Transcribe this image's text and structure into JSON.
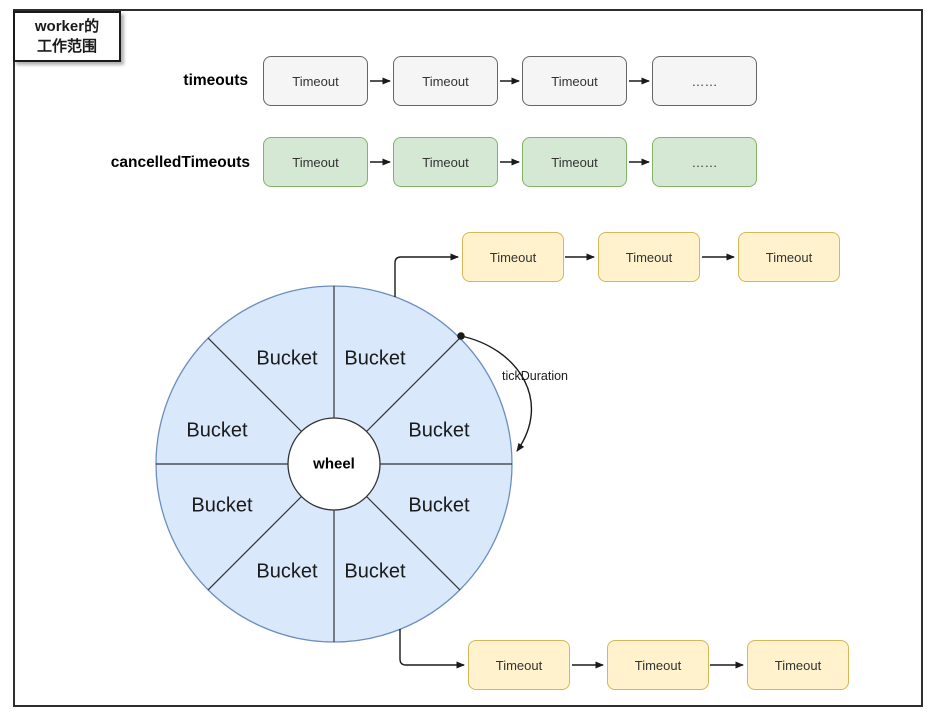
{
  "legend_box": {
    "line1": "worker的",
    "line2": "工作范围"
  },
  "rows": {
    "timeouts": {
      "label": "timeouts",
      "items": [
        "Timeout",
        "Timeout",
        "Timeout",
        "……"
      ]
    },
    "cancelled": {
      "label": "cancelledTimeouts",
      "items": [
        "Timeout",
        "Timeout",
        "Timeout",
        "……"
      ]
    }
  },
  "chains": {
    "top": {
      "items": [
        "Timeout",
        "Timeout",
        "Timeout"
      ]
    },
    "bottom": {
      "items": [
        "Timeout",
        "Timeout",
        "Timeout"
      ]
    }
  },
  "wheel": {
    "center_label": "wheel",
    "sector_count": 8,
    "buckets": [
      "Bucket",
      "Bucket",
      "Bucket",
      "Bucket",
      "Bucket",
      "Bucket",
      "Bucket",
      "Bucket"
    ]
  },
  "annotations": {
    "tick_duration": "tickDuration"
  },
  "colors": {
    "timeouts_fill": "#f5f5f5",
    "timeouts_stroke": "#666666",
    "cancelled_fill": "#d5e8d4",
    "cancelled_stroke": "#82b366",
    "chain_fill": "#fff2cc",
    "chain_stroke": "#d6b656",
    "wheel_fill": "#dae8fc",
    "wheel_stroke": "#6c8ebf",
    "frame_stroke": "#2e2e2e",
    "connector_stroke": "#333333"
  }
}
